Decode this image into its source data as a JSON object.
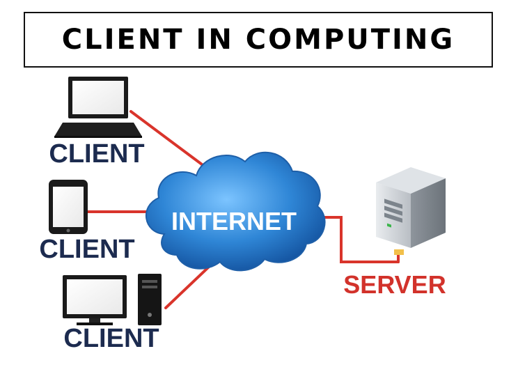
{
  "title": "CLIENT IN COMPUTING",
  "nodes": {
    "client_laptop": "CLIENT",
    "client_phone": "CLIENT",
    "client_desktop": "CLIENT",
    "internet": "INTERNET",
    "server": "SERVER"
  },
  "colors": {
    "link": "#d9342b",
    "cloud": "#2f86d6",
    "client_text": "#1c2b4f",
    "server_text": "#d2322b"
  },
  "icons": [
    "laptop-icon",
    "smartphone-icon",
    "desktop-computer-icon",
    "cloud-icon",
    "server-tower-icon"
  ]
}
